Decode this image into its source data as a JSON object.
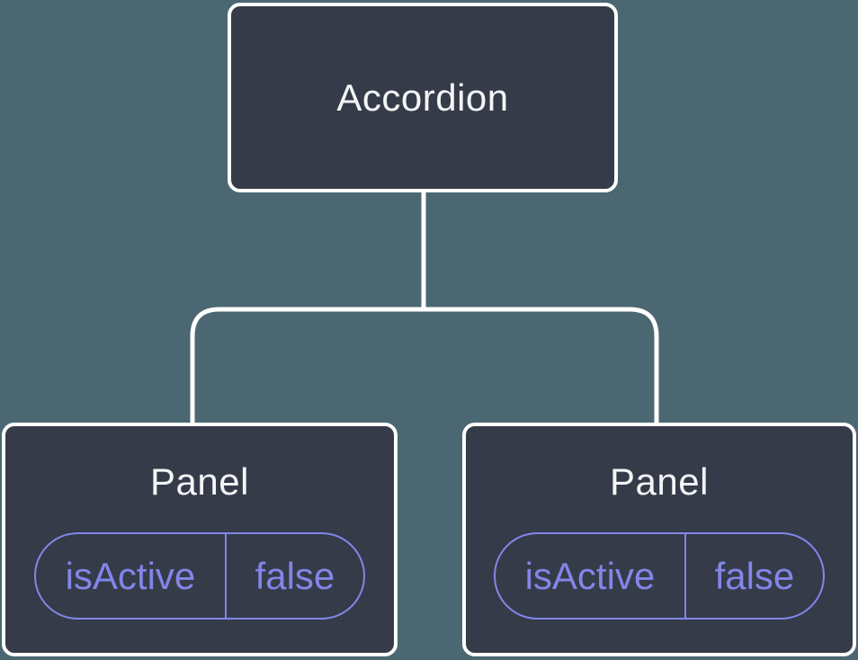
{
  "diagram": {
    "root": {
      "label": "Accordion"
    },
    "children": [
      {
        "label": "Panel",
        "state": {
          "key": "isActive",
          "value": "false"
        }
      },
      {
        "label": "Panel",
        "state": {
          "key": "isActive",
          "value": "false"
        }
      }
    ],
    "colors": {
      "background": "#4b6872",
      "node_fill": "#353b48",
      "node_border": "#ffffff",
      "connector": "#ffffff",
      "node_text": "#f4f5f7",
      "state_accent": "#8286e8"
    }
  }
}
